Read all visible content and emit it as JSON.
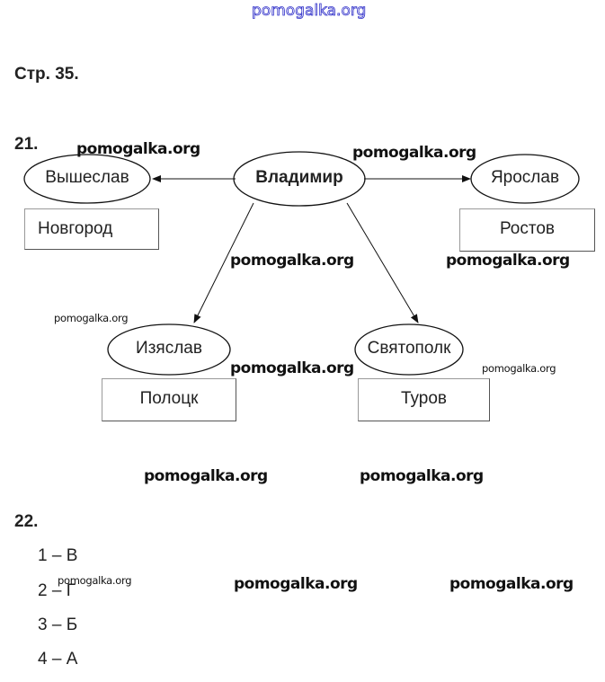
{
  "watermark": "pomogalka.org",
  "page_heading": "Стр. 35.",
  "task21": {
    "number": "21.",
    "center": "Владимир",
    "sons": [
      {
        "name": "Вышеслав",
        "city": "Новгород"
      },
      {
        "name": "Ярослав",
        "city": "Ростов"
      },
      {
        "name": "Изяслав",
        "city": "Полоцк"
      },
      {
        "name": "Святополк",
        "city": "Туров"
      }
    ]
  },
  "task22": {
    "number": "22.",
    "answers": [
      "1 – В",
      "2 – Г",
      "3 – Б",
      "4 – А"
    ]
  }
}
